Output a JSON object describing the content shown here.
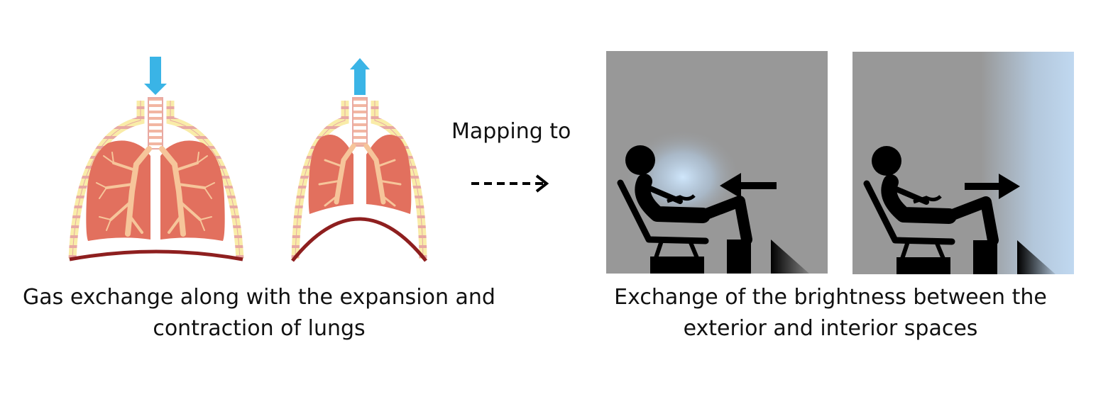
{
  "left_caption": [
    "Gas exchange along with the expansion and",
    "contraction of lungs"
  ],
  "mapping_label": "Mapping to",
  "right_caption": [
    "Exchange of the brightness between the",
    "exterior and interior spaces"
  ],
  "colors": {
    "air_arrow": "#3ab4e6",
    "lung_fill": "#e2705e",
    "bronchi": "#f6c59a",
    "rib_yellow": "#f9eca8",
    "rib_pink": "#e8a9a3",
    "diaphragm": "#8e1f1f",
    "panel_gray": "#989898",
    "light_blue": "#bcd6ee",
    "figure": "#000000"
  }
}
